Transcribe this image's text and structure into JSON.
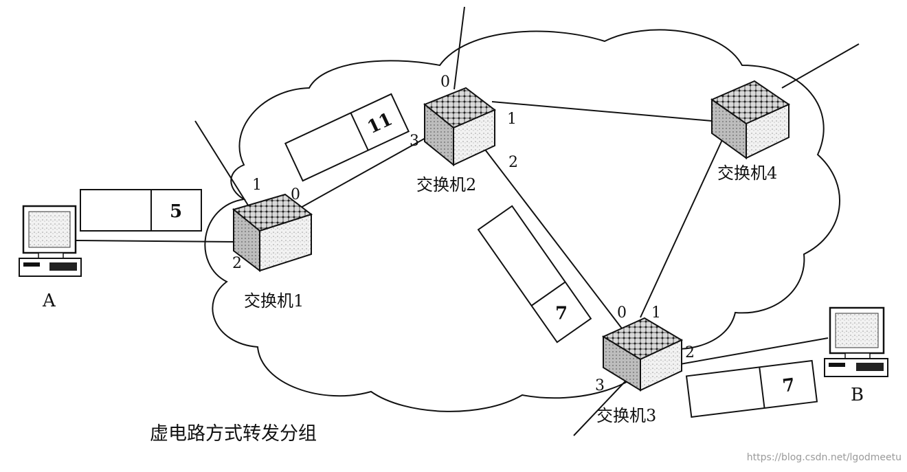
{
  "caption": "虚电路方式转发分组",
  "watermark": "https://blog.csdn.net/lgodmeetu",
  "hosts": [
    {
      "id": "A",
      "label": "A"
    },
    {
      "id": "B",
      "label": "B"
    }
  ],
  "switches": [
    {
      "id": "s1",
      "label": "交换机1",
      "ports": [
        "1",
        "0",
        "2"
      ]
    },
    {
      "id": "s2",
      "label": "交换机2",
      "ports": [
        "0",
        "3",
        "1",
        "2"
      ]
    },
    {
      "id": "s3",
      "label": "交换机3",
      "ports": [
        "0",
        "1",
        "2",
        "3"
      ]
    },
    {
      "id": "s4",
      "label": "交换机4",
      "ports": []
    }
  ],
  "packets": [
    {
      "id": "p-a-s1",
      "vc": "5"
    },
    {
      "id": "p-s1-s2",
      "vc": "11"
    },
    {
      "id": "p-s2-s3",
      "vc": "7"
    },
    {
      "id": "p-s3-b",
      "vc": "7"
    }
  ],
  "colors": {
    "ink": "#111111",
    "watermark": "#9a9a9a",
    "background": "#ffffff"
  }
}
